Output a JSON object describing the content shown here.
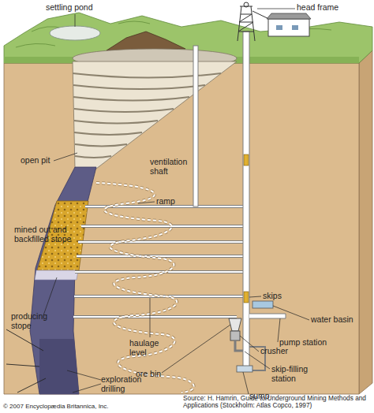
{
  "diagram": {
    "labels": [
      "settling pond",
      "head frame",
      "open pit",
      "ventilation shaft",
      "ramp",
      "mined out and backfilled stope",
      "skips",
      "water basin",
      "producing stope",
      "pump station",
      "haulage level",
      "crusher",
      "ore bin",
      "skip-filling station",
      "sump",
      "exploration drilling",
      "© 2007 Encyclopædia Britannica, Inc.",
      "Source: H. Hamrin, Guide to Underground Mining Methods and Applications (Stockholm: Atlas Copco, 1997)"
    ]
  }
}
